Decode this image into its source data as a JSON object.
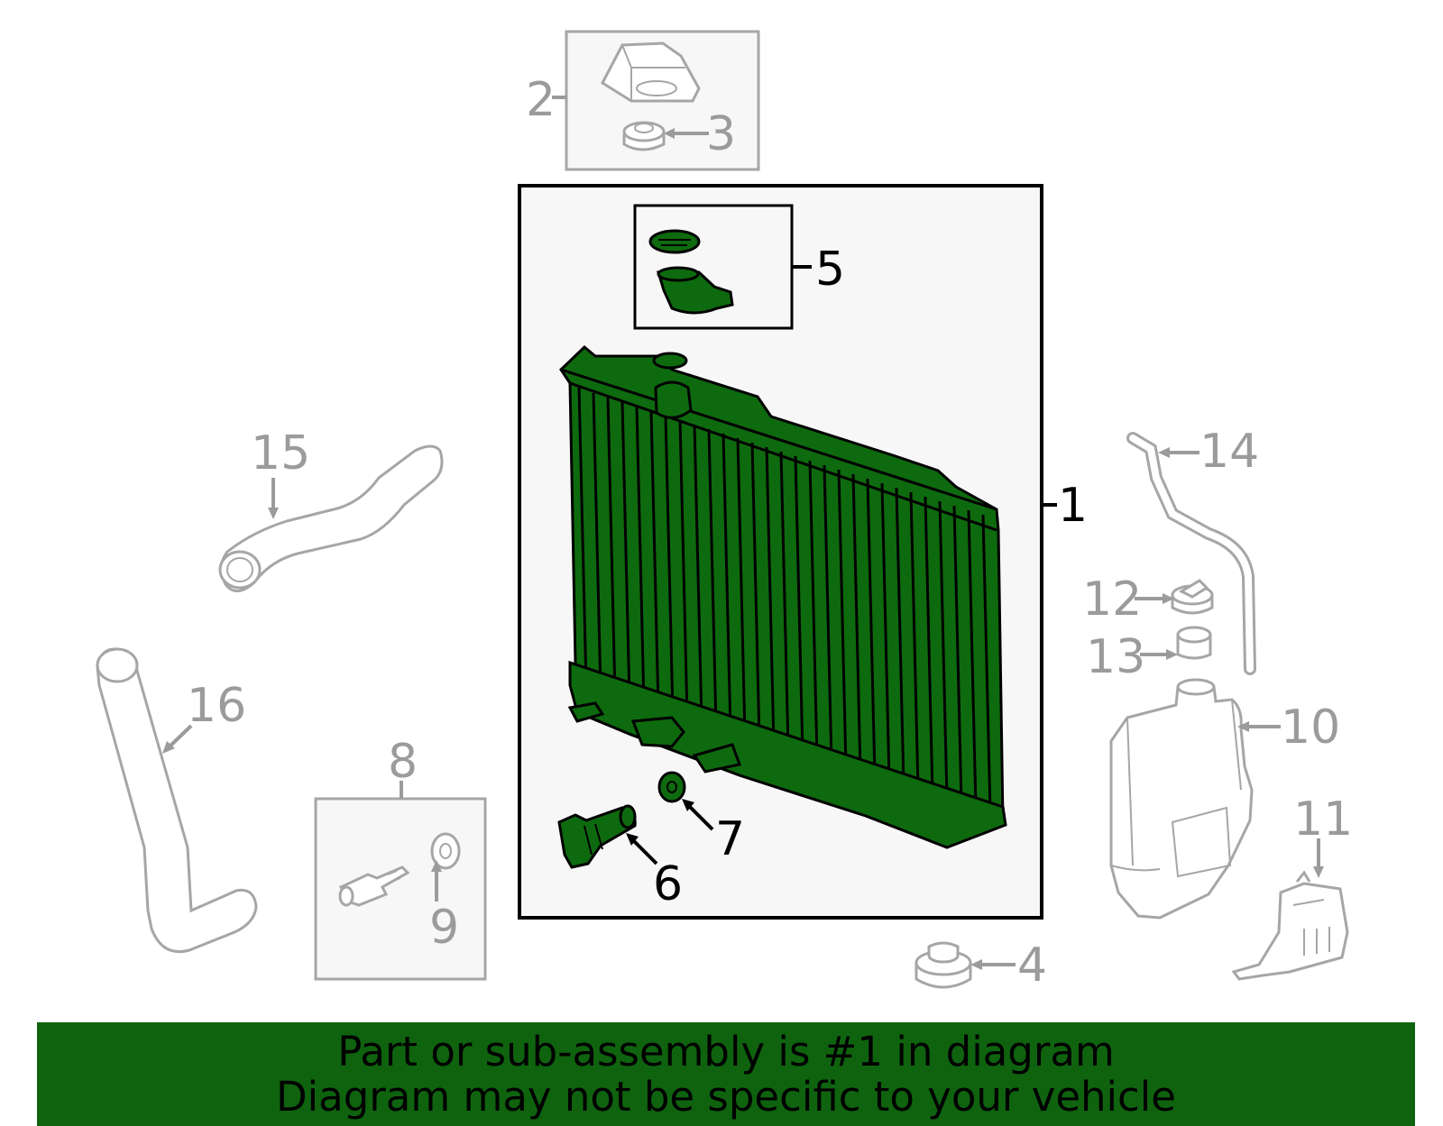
{
  "colors": {
    "highlight_part": "#0e6a0e",
    "banner_background": "#0f630f",
    "secondary_part_stroke": "#a6a6a6",
    "callout_grey": "#9b9b9b",
    "callout_black": "#000000"
  },
  "callouts": {
    "c1": "1",
    "c2": "2",
    "c3": "3",
    "c4": "4",
    "c5": "5",
    "c6": "6",
    "c7": "7",
    "c8": "8",
    "c9": "9",
    "c10": "10",
    "c11": "11",
    "c12": "12",
    "c13": "13",
    "c14": "14",
    "c15": "15",
    "c16": "16"
  },
  "banner": {
    "line1": "Part or sub-assembly is #1 in diagram",
    "line2": "Diagram may not be specific to your vehicle"
  }
}
